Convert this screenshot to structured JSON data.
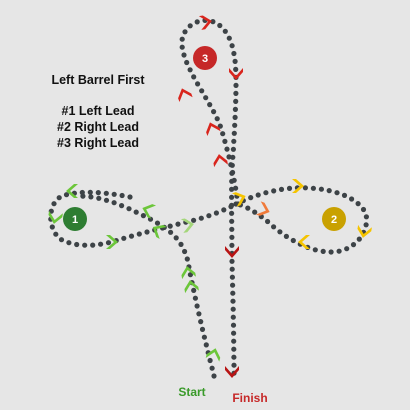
{
  "header": {
    "title": "Left Barrel First",
    "leads": [
      "#1 Left Lead",
      "#2 Right Lead",
      "#3 Right Lead"
    ]
  },
  "barrels": [
    {
      "label": "1",
      "color": "#2e7d32"
    },
    {
      "label": "2",
      "color": "#c9a100"
    },
    {
      "label": "3",
      "color": "#c62828"
    }
  ],
  "markers": {
    "start_label": "Start",
    "finish_label": "Finish",
    "start_color": "#3a9a2a",
    "finish_color": "#c62828"
  },
  "colors": {
    "background": "#e6e6e6",
    "dots": "#3d4347",
    "chevron_green": "#6cc63a",
    "chevron_lightgreen": "#a4d67a",
    "chevron_yellow": "#f5c400",
    "chevron_orange": "#f07a3a",
    "chevron_red": "#d9251d",
    "chevron_darkred": "#b81414"
  }
}
